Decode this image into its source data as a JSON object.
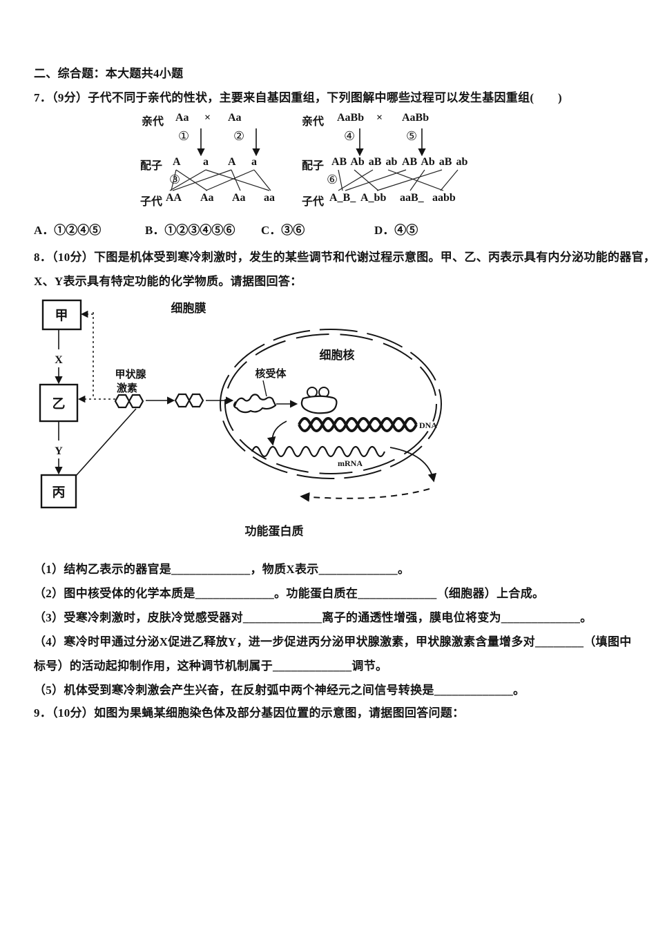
{
  "section_header": "二、综合题：本大题共4小题",
  "q7": {
    "stem": "7．（9分）子代不同于亲代的性状，主要来自基因重组，下列图解中哪些过程可以发生基因重组(　　)",
    "diagram": {
      "left": {
        "parent_label": "亲代",
        "gamete_label": "配子",
        "offspring_label": "子代",
        "p1": "Aa",
        "cross": "×",
        "p2": "Aa",
        "circle1": "①",
        "circle2": "②",
        "circle3": "③",
        "g1": "A",
        "g2": "a",
        "g3": "A",
        "g4": "a",
        "o1": "AA",
        "o2": "Aa",
        "o3": "Aa",
        "o4": "aa"
      },
      "right": {
        "parent_label": "亲代",
        "gamete_label": "配子",
        "offspring_label": "子代",
        "p1": "AaBb",
        "cross": "×",
        "p2": "AaBb",
        "circle4": "④",
        "circle5": "⑤",
        "circle6": "⑥",
        "g_left": "AB Ab aB ab",
        "g_right": "AB Ab aB ab",
        "o1": "A_B_",
        "o2": "A_bb",
        "o3": "aaB_",
        "o4": "aabb"
      }
    },
    "options": [
      {
        "label": "A．①②④⑤"
      },
      {
        "label": "B．①②③④⑤⑥"
      },
      {
        "label": "C．③⑥"
      },
      {
        "label": "D．④⑤"
      }
    ]
  },
  "q8": {
    "stem_line1": "8．（10分）下图是机体受到寒冷刺激时，发生的某些调节和代谢过程示意图。甲、乙、丙表示具有内分泌功能的器官，",
    "stem_line2": "X、Y表示具有特定功能的化学物质。请据图回答：",
    "diagram": {
      "box_jia": "甲",
      "box_yi": "乙",
      "box_bing": "丙",
      "label_x": "X",
      "label_y": "Y",
      "cell_membrane": "细胞膜",
      "thyroid_hormone_line1": "甲状腺",
      "thyroid_hormone_line2": "激素",
      "nucleus": "细胞核",
      "nuclear_receptor": "核受体",
      "dna": "DNA",
      "mrna": "mRNA",
      "functional_protein": "功能蛋白质"
    },
    "sub_questions": [
      "（1）结构乙表示的器官是_____________，物质X表示_____________。",
      "（2）图中核受体的化学本质是_____________。功能蛋白质在_____________（细胞器）上合成。",
      "（3）受寒冷刺激时，皮肤冷觉感受器对_____________离子的通透性增强，膜电位将变为_____________。",
      "（4）寒冷时甲通过分泌X促进乙释放Y，进一步促进丙分泌甲状腺激素，甲状腺激素含量增多对________（填图中",
      "标号）的活动起抑制作用，这种调节机制属于_____________调节。",
      "（5）机体受到寒冷刺激会产生兴奋，在反射弧中两个神经元之间信号转换是_____________。"
    ]
  },
  "q9": {
    "stem": "9．（10分）如图为果蝇某细胞染色体及部分基因位置的示意图，请据图回答问题："
  }
}
